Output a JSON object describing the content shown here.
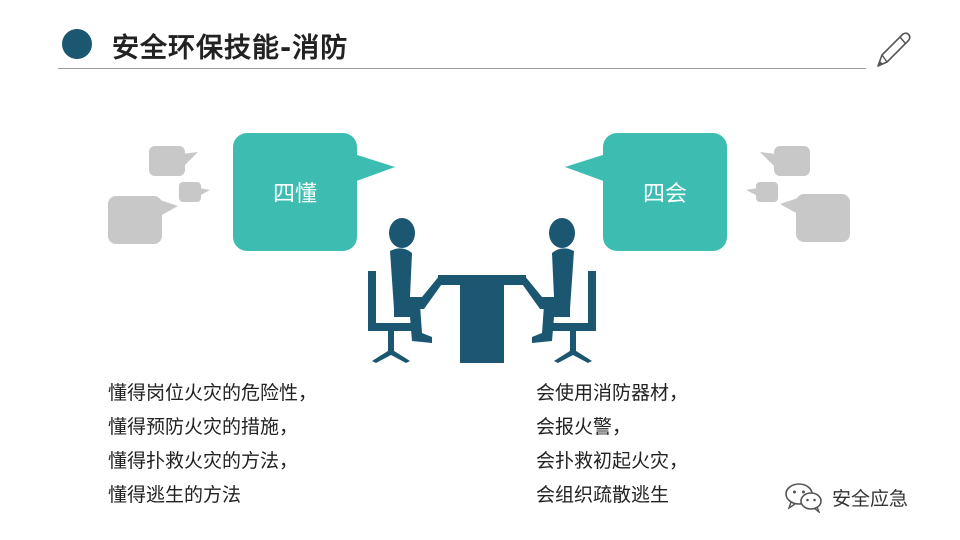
{
  "header": {
    "title": "安全环保技能-消防"
  },
  "bubbles": {
    "left_label": "四懂",
    "right_label": "四会"
  },
  "colors": {
    "accent": "#1b5771",
    "bubble": "#3dbdb1",
    "gray": "#c8c8c8"
  },
  "lists": {
    "left": [
      "懂得岗位火灾的危险性，",
      "懂得预防火灾的措施，",
      "懂得扑救火灾的方法，",
      "懂得逃生的方法"
    ],
    "right": [
      "会使用消防器材，",
      "会报火警，",
      "会扑救初起火灾，",
      "会组织疏散逃生"
    ]
  },
  "watermark": {
    "text": "安全应急",
    "icon": "wechat-icon"
  }
}
